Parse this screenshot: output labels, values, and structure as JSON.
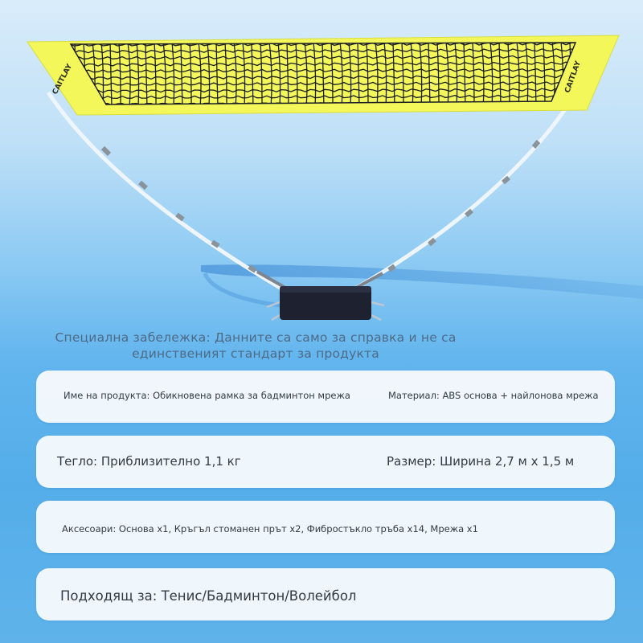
{
  "net": {
    "brand_left": "CAITLAY",
    "brand_right": "CAITLAY",
    "tape_color": "#f3f75a",
    "mesh_color": "#1a1d24",
    "base_color": "#1e2230"
  },
  "note": {
    "line1": "Специална забележка: Данните са само за справка и не са",
    "line2": "единственият стандарт за продукта"
  },
  "specs": {
    "product_name": "Име на продукта: Обикновена рамка за бадминтон мрежа",
    "material": "Материал: ABS основа + найлонова мрежа",
    "weight": "Тегло: Приблизително 1,1 кг",
    "size": "Размер: Ширина 2,7 м x 1,5 м",
    "accessories": "Аксесоари: Основа x1, Кръгъл стоманен прът x2, Фибростъкло тръба x14, Мрежа x1",
    "suitable_for": "Подходящ за: Тенис/Бадминтон/Волейбол"
  }
}
